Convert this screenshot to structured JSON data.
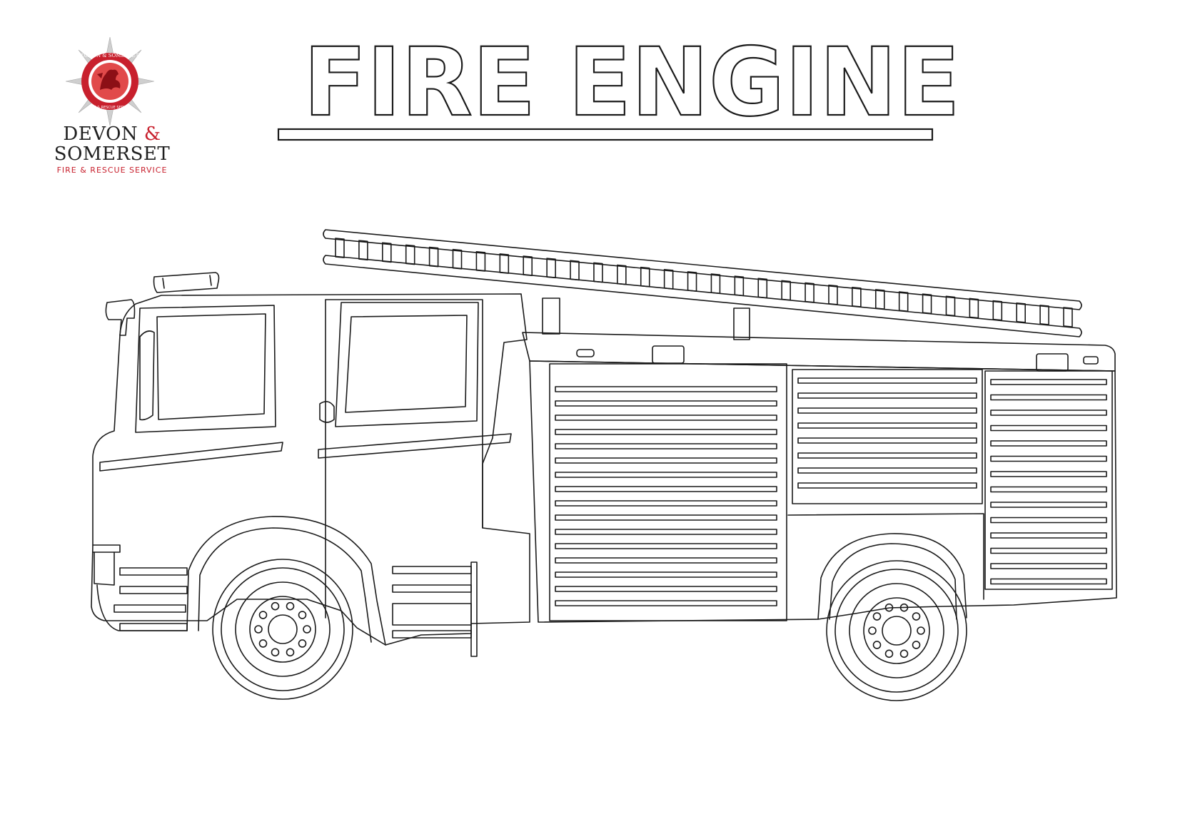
{
  "title": "FIRE ENGINE",
  "logo": {
    "name_line1": "DEVON",
    "ampersand": "&",
    "name_line2": "SOMERSET",
    "tagline": "FIRE & RESCUE SERVICE",
    "badge_ring_text": "DEVON & SOMERSET",
    "badge_band_text": "FIRE & RESCUE SERVICE"
  },
  "colors": {
    "brand_red": "#c8202d",
    "outline": "#1a1a1a",
    "background": "#ffffff"
  }
}
